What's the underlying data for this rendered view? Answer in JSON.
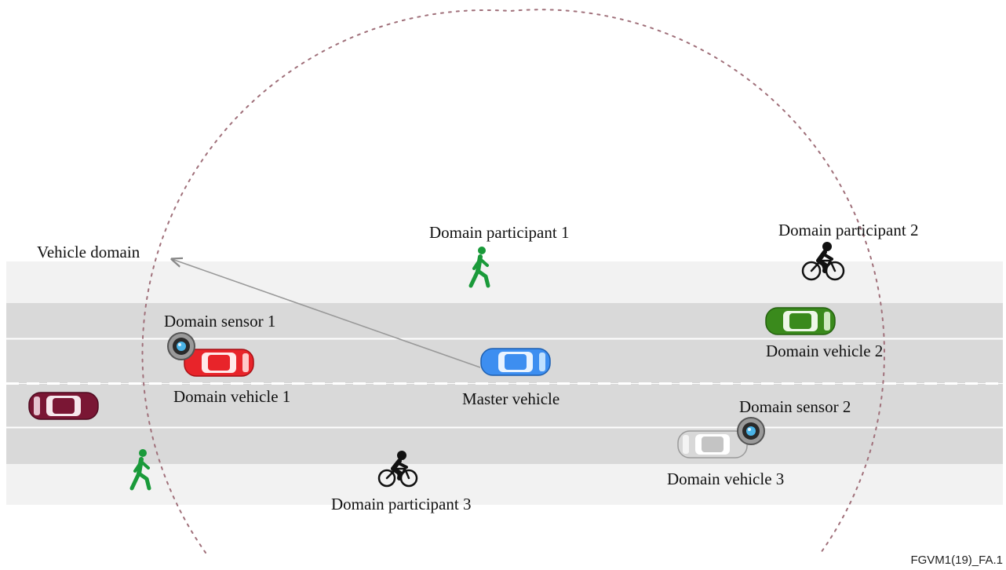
{
  "labels": {
    "vehicle_domain": "Vehicle domain",
    "participant_1": "Domain participant 1",
    "participant_2": "Domain participant 2",
    "participant_3": "Domain participant 3",
    "sensor_1": "Domain sensor 1",
    "sensor_2": "Domain sensor 2",
    "vehicle_1": "Domain vehicle 1",
    "vehicle_2": "Domain vehicle 2",
    "vehicle_3": "Domain vehicle 3",
    "master": "Master vehicle"
  },
  "figure_id": "FGVM1(19)_FA.1",
  "colors": {
    "sidewalk": "#f2f2f2",
    "road": "#d9d9d9",
    "domain_circle": "#a0707a",
    "master_vehicle": "#3d8ef0",
    "domain_vehicle_1": "#e8242a",
    "domain_vehicle_2": "#3a8a1c",
    "domain_vehicle_3": "#d8d8d8",
    "other_vehicle": "#7a1634",
    "pedestrian": "#1a9a3a",
    "cyclist": "#111111"
  }
}
